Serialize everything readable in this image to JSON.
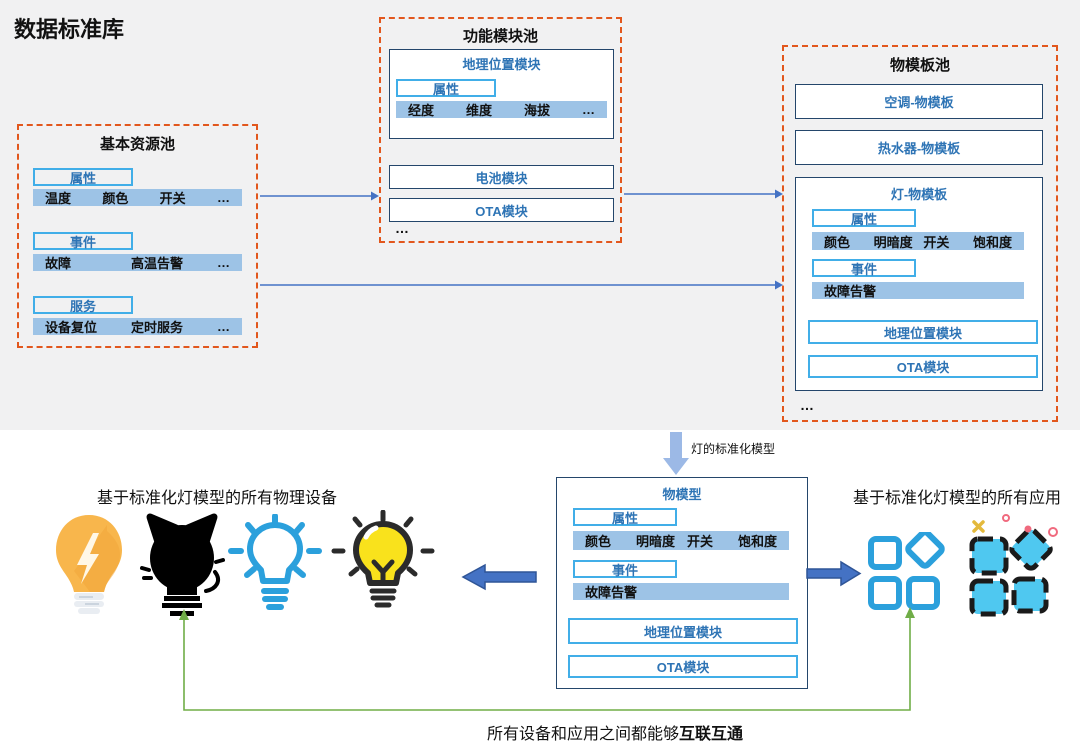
{
  "library": {
    "title": "数据标准库"
  },
  "basic_pool": {
    "title": "基本资源池",
    "attr_label": "属性",
    "attrs": [
      "温度",
      "颜色",
      "开关",
      "…"
    ],
    "event_label": "事件",
    "events": [
      "故障",
      "高温告警",
      "…"
    ],
    "service_label": "服务",
    "services": [
      "设备复位",
      "定时服务",
      "…"
    ]
  },
  "module_pool": {
    "title": "功能模块池",
    "geo": {
      "title": "地理位置模块",
      "attr_label": "属性",
      "attrs": [
        "经度",
        "维度",
        "海拔",
        "…"
      ]
    },
    "battery_label": "电池模块",
    "ota_label": "OTA模块",
    "ellipsis": "…"
  },
  "template_pool": {
    "title": "物模板池",
    "ac_label": "空调-物模板",
    "heater_label": "热水器-物模板",
    "lamp": {
      "title": "灯-物模板",
      "attr_label": "属性",
      "attrs": [
        "颜色",
        "明暗度",
        "开关",
        "饱和度"
      ],
      "event_label": "事件",
      "events": [
        "故障告警"
      ],
      "geo_label": "地理位置模块",
      "ota_label": "OTA模块"
    },
    "ellipsis": "…"
  },
  "model": {
    "arrow_label": "灯的标准化模型",
    "title": "物模型",
    "attr_label": "属性",
    "attrs": [
      "颜色",
      "明暗度",
      "开关",
      "饱和度"
    ],
    "event_label": "事件",
    "events": [
      "故障告警"
    ],
    "geo_label": "地理位置模块",
    "ota_label": "OTA模块"
  },
  "devices": {
    "heading": "基于标准化灯模型的所有物理设备"
  },
  "apps": {
    "heading": "基于标准化灯模型的所有应用"
  },
  "footer": {
    "prefix": "所有设备和应用之间都能够",
    "bold": "互联互通"
  },
  "colors": {
    "panel_bg": "#F1F1F2",
    "pool_dashed_border": "#E2571D",
    "module_border": "#24466B",
    "cyan_border": "#41AEE8",
    "bar_fill": "#9DC3E6",
    "blue_text": "#2E74B5",
    "connector_blue": "#4472C4",
    "block_arrow_blue": "#4472C4",
    "light_arrow_blue": "#9CB9E6",
    "green_connector": "#70AD47"
  }
}
